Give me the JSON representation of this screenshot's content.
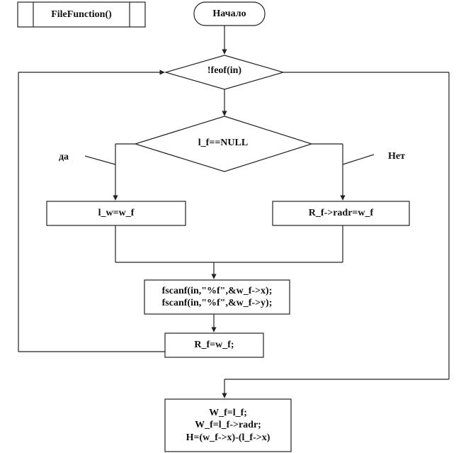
{
  "diagram": {
    "func_name": "FileFunction()",
    "start": "Начало",
    "loop_cond": "!feof(in)",
    "branch_cond": "l_f==NULL",
    "yes": "да",
    "no": "Нет",
    "left_action": "l_w=w_f",
    "right_action": "R_f->radr=w_f",
    "read_lines": [
      "fscanf(in,\"%f\",&w_f->x);",
      "fscanf(in,\"%f\",&w_f->y);"
    ],
    "assign": "R_f=w_f;",
    "final_lines": [
      "W_f=l_f;",
      "W_f=l_f->radr;",
      "H=(w_f->x)-(l_f->x)"
    ]
  }
}
